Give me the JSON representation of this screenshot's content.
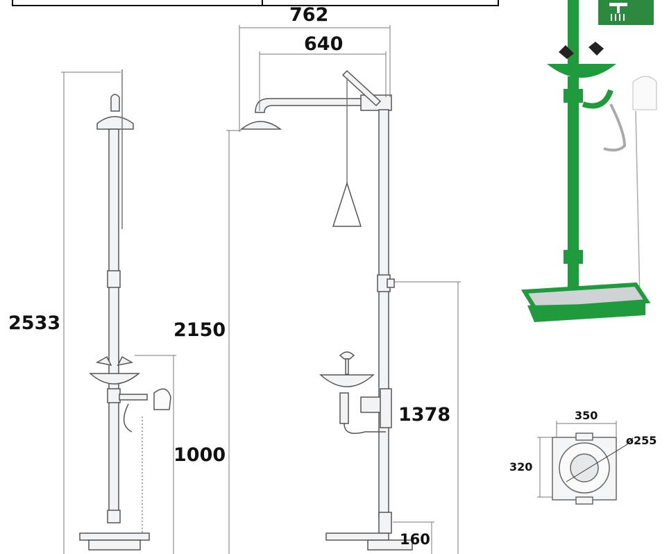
{
  "dimensions": {
    "total_height": "2533",
    "shower_head_height": "2150",
    "shower_reach": "762",
    "arm_length": "640",
    "eyewash_height": "1000",
    "valve_height": "1378",
    "foot_pedal_height": "160",
    "base_width": "350",
    "base_depth": "320",
    "bowl_diameter": "ø255"
  },
  "colors": {
    "product_green": "#1f9a3c",
    "sign_green": "#2b8a3e",
    "steel": "#cfd3d6",
    "line": "#555555"
  },
  "icons": {
    "sign": "emergency-shower-sign-icon"
  }
}
